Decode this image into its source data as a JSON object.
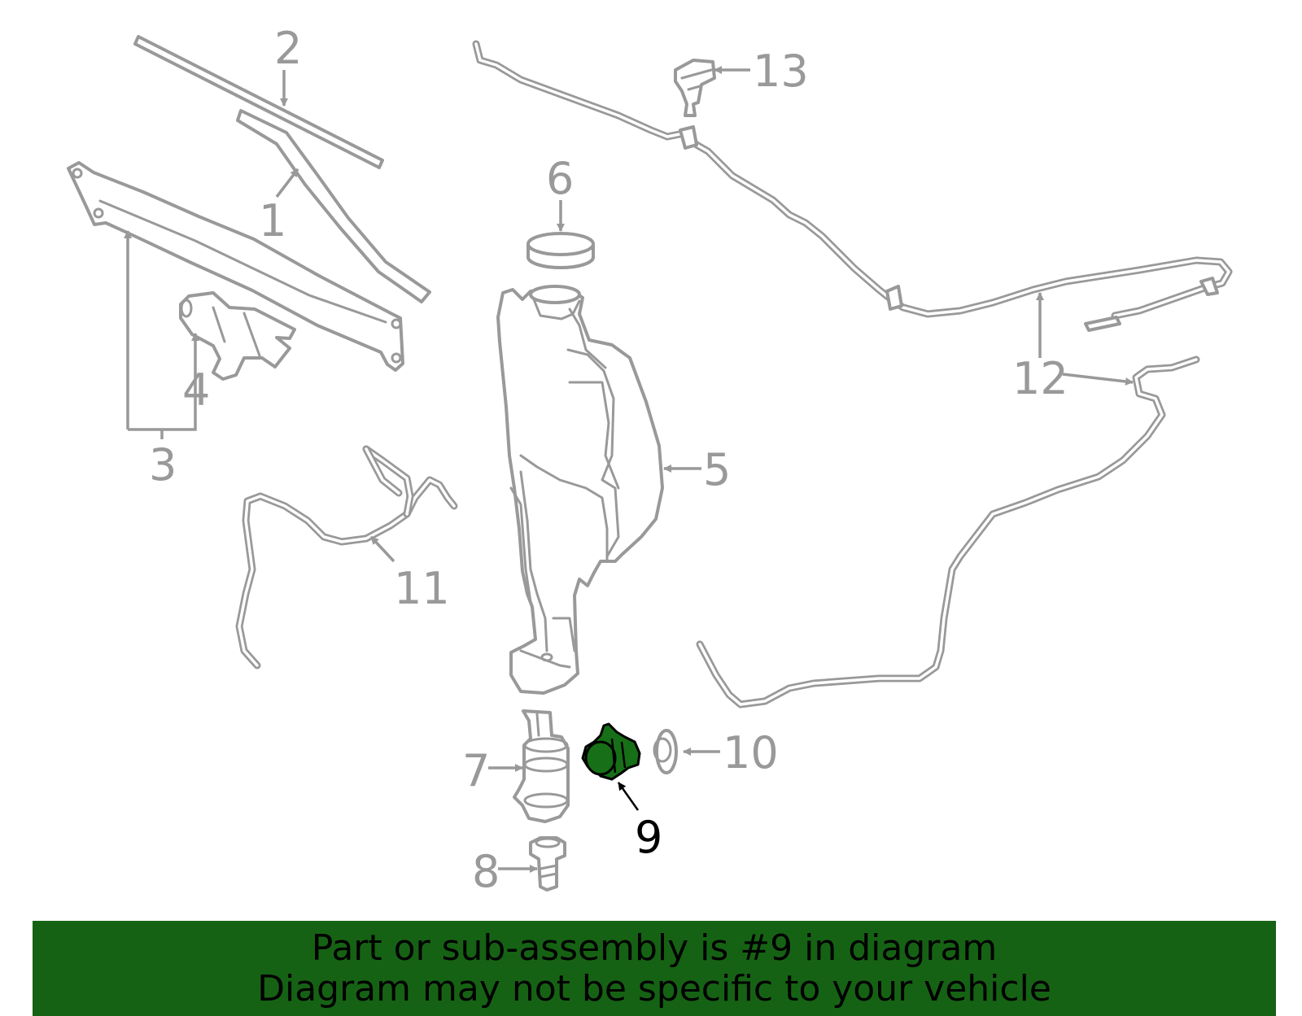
{
  "callouts": {
    "c1": "1",
    "c2": "2",
    "c3": "3",
    "c4": "4",
    "c5": "5",
    "c6": "6",
    "c7": "7",
    "c8": "8",
    "c9": "9",
    "c10": "10",
    "c11": "11",
    "c12": "12",
    "c13": "13"
  },
  "highlighted_part": "9",
  "colors": {
    "highlight": "#176f17",
    "banner": "#166214",
    "linework": "#999999"
  },
  "banner": {
    "line1": "Part or sub-assembly is #9 in diagram",
    "line2": "Diagram may not be specific to your vehicle"
  }
}
